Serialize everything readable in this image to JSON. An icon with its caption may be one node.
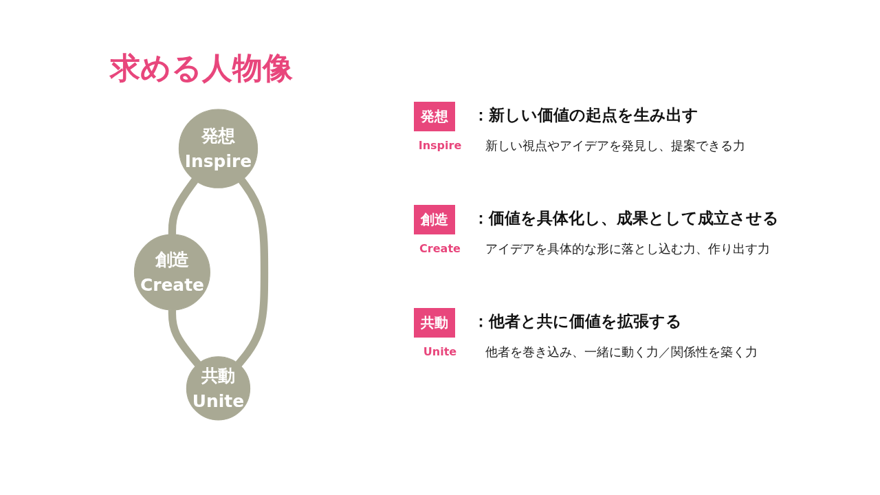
{
  "diagram": {
    "nodes": [
      {
        "text": [
          "発想",
          "Inspire"
        ]
      },
      {
        "text": [
          "創造",
          "Create"
        ]
      },
      {
        "text": [
          "共動",
          "Unite"
        ]
      }
    ],
    "edges": [
      {
        "from": 0,
        "to": 1,
        "arrow": "none"
      },
      {
        "from": 1,
        "to": 2,
        "arrow": "none"
      },
      {
        "from": 2,
        "to": 0,
        "arrow": "none"
      }
    ],
    "labels": [
      "求める人物像",
      "発想",
      "：新しい価値の起点を生み出す",
      "Inspire",
      "新しい視点やアイデアを発見し、提案できる力",
      "創造",
      "：価値を具体化し、成果として成立させる",
      "Create",
      "アイデアを具体的な形に落とし込む力、作り出す力",
      "共動",
      "：他者と共に価値を拡張する",
      "Unite",
      "他者を巻き込み、一緒に動く力／関係性を築く力"
    ]
  }
}
